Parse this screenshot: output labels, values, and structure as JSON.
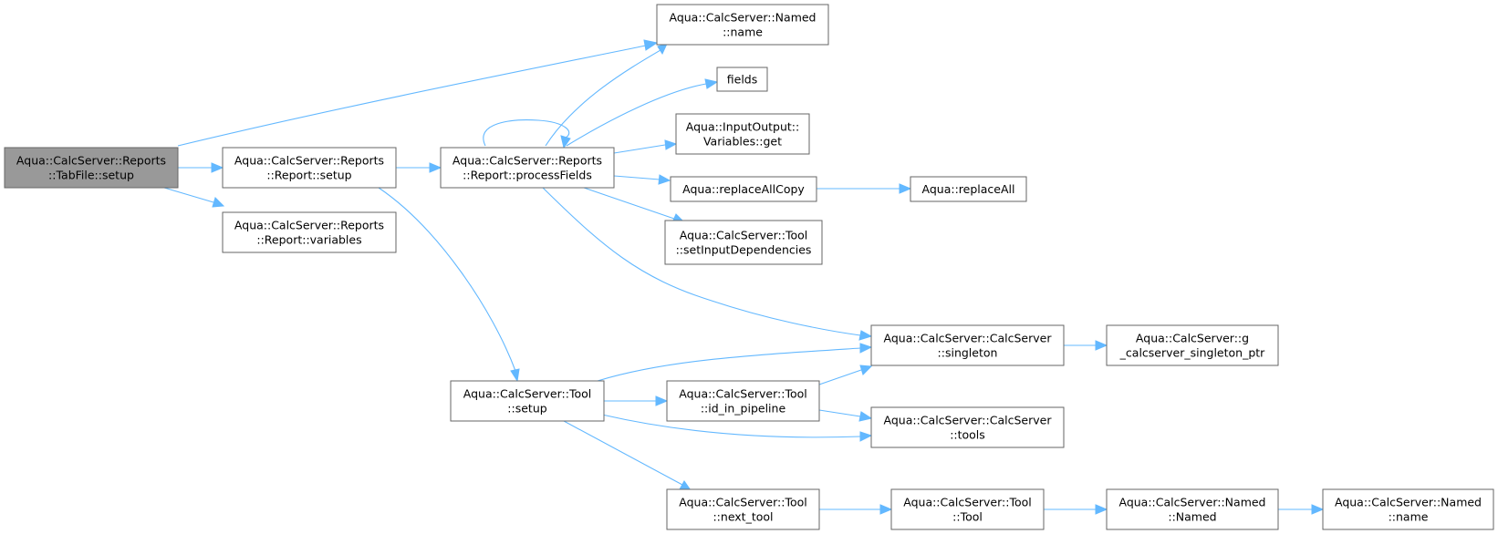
{
  "nodes": [
    {
      "id": "tabfile_setup",
      "lines": [
        "Aqua::CalcServer::Reports",
        "::TabFile::setup"
      ],
      "highlighted": true
    },
    {
      "id": "report_setup",
      "lines": [
        "Aqua::CalcServer::Reports",
        "::Report::setup"
      ]
    },
    {
      "id": "report_variables",
      "lines": [
        "Aqua::CalcServer::Reports",
        "::Report::variables"
      ]
    },
    {
      "id": "report_processfields",
      "lines": [
        "Aqua::CalcServer::Reports",
        "::Report::processFields"
      ]
    },
    {
      "id": "named_name_top",
      "lines": [
        "Aqua::CalcServer::Named",
        "::name"
      ]
    },
    {
      "id": "fields",
      "lines": [
        "fields"
      ]
    },
    {
      "id": "variables_get",
      "lines": [
        "Aqua::InputOutput::",
        "Variables::get"
      ]
    },
    {
      "id": "replaceallcopy",
      "lines": [
        "Aqua::replaceAllCopy"
      ]
    },
    {
      "id": "replaceall",
      "lines": [
        "Aqua::replaceAll"
      ]
    },
    {
      "id": "tool_setinputdeps",
      "lines": [
        "Aqua::CalcServer::Tool",
        "::setInputDependencies"
      ]
    },
    {
      "id": "calcserver_singleton",
      "lines": [
        "Aqua::CalcServer::CalcServer",
        "::singleton"
      ]
    },
    {
      "id": "g_singleton_ptr",
      "lines": [
        "Aqua::CalcServer::g",
        "_calcserver_singleton_ptr"
      ]
    },
    {
      "id": "tool_setup",
      "lines": [
        "Aqua::CalcServer::Tool",
        "::setup"
      ]
    },
    {
      "id": "tool_id_in_pipeline",
      "lines": [
        "Aqua::CalcServer::Tool",
        "::id_in_pipeline"
      ]
    },
    {
      "id": "calcserver_tools",
      "lines": [
        "Aqua::CalcServer::CalcServer",
        "::tools"
      ]
    },
    {
      "id": "tool_next_tool",
      "lines": [
        "Aqua::CalcServer::Tool",
        "::next_tool"
      ]
    },
    {
      "id": "tool_tool",
      "lines": [
        "Aqua::CalcServer::Tool",
        "::Tool"
      ]
    },
    {
      "id": "named_named",
      "lines": [
        "Aqua::CalcServer::Named",
        "::Named"
      ]
    },
    {
      "id": "named_name_bottom",
      "lines": [
        "Aqua::CalcServer::Named",
        "::name"
      ]
    }
  ],
  "edges": [
    [
      "tabfile_setup",
      "named_name_top"
    ],
    [
      "tabfile_setup",
      "report_setup"
    ],
    [
      "tabfile_setup",
      "report_variables"
    ],
    [
      "report_setup",
      "report_processfields"
    ],
    [
      "report_setup",
      "tool_setup"
    ],
    [
      "report_processfields",
      "named_name_top"
    ],
    [
      "report_processfields",
      "fields"
    ],
    [
      "report_processfields",
      "variables_get"
    ],
    [
      "report_processfields",
      "replaceallcopy"
    ],
    [
      "report_processfields",
      "tool_setinputdeps"
    ],
    [
      "report_processfields",
      "calcserver_singleton"
    ],
    [
      "report_processfields",
      "report_processfields"
    ],
    [
      "replaceallcopy",
      "replaceall"
    ],
    [
      "calcserver_singleton",
      "g_singleton_ptr"
    ],
    [
      "tool_setup",
      "calcserver_singleton"
    ],
    [
      "tool_setup",
      "tool_id_in_pipeline"
    ],
    [
      "tool_setup",
      "calcserver_tools"
    ],
    [
      "tool_setup",
      "tool_next_tool"
    ],
    [
      "tool_id_in_pipeline",
      "calcserver_singleton"
    ],
    [
      "tool_id_in_pipeline",
      "calcserver_tools"
    ],
    [
      "tool_next_tool",
      "tool_tool"
    ],
    [
      "tool_tool",
      "named_named"
    ],
    [
      "named_named",
      "named_name_bottom"
    ]
  ]
}
